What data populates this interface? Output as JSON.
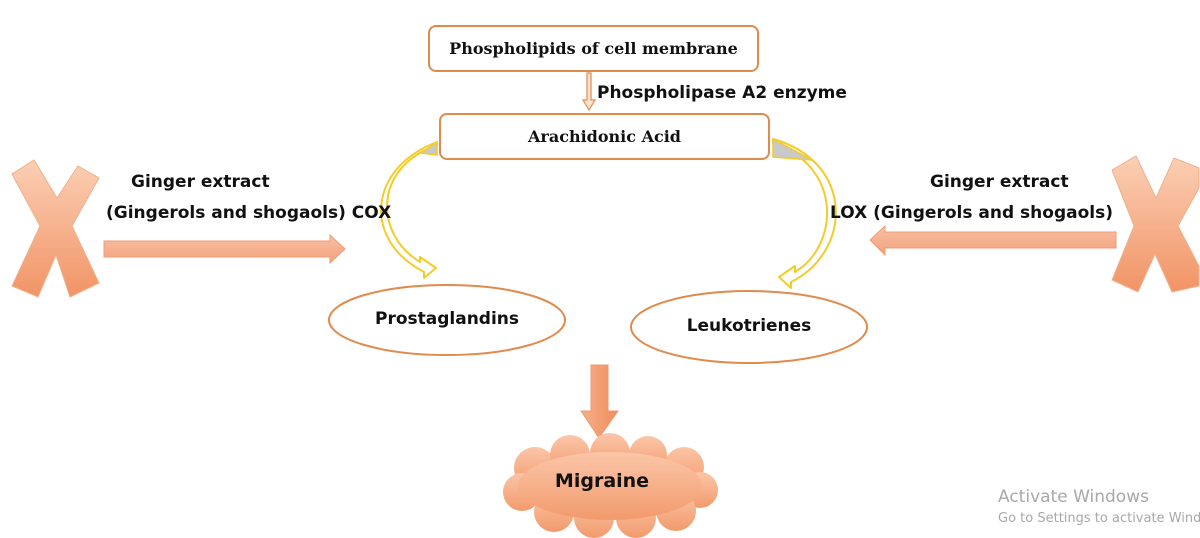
{
  "colors": {
    "box_border": "#e08a4c",
    "fill_light": "#f8b898",
    "fill_dark": "#f2996c",
    "curve_yellow": "#f3cc2a",
    "curve_gray": "#c9c9c9",
    "watermark": "#a8a8a8"
  },
  "nodes": {
    "phospholipids": "Phospholipids of cell membrane",
    "arachidonic_acid": "Arachidonic Acid",
    "prostaglandins": "Prostaglandins",
    "leukotrienes": "Leukotrienes",
    "migraine": "Migraine"
  },
  "edges": {
    "enzyme_label": "Phospholipase A2 enzyme"
  },
  "inhibitors": {
    "left": {
      "line1": "Ginger extract",
      "line2": "(Gingerols and shogaols) COX"
    },
    "right": {
      "line1": "Ginger extract",
      "line2": "LOX (Gingerols and shogaols)"
    }
  },
  "watermark": {
    "title": "Activate Windows",
    "subtitle": "Go to Settings to activate Windows."
  }
}
